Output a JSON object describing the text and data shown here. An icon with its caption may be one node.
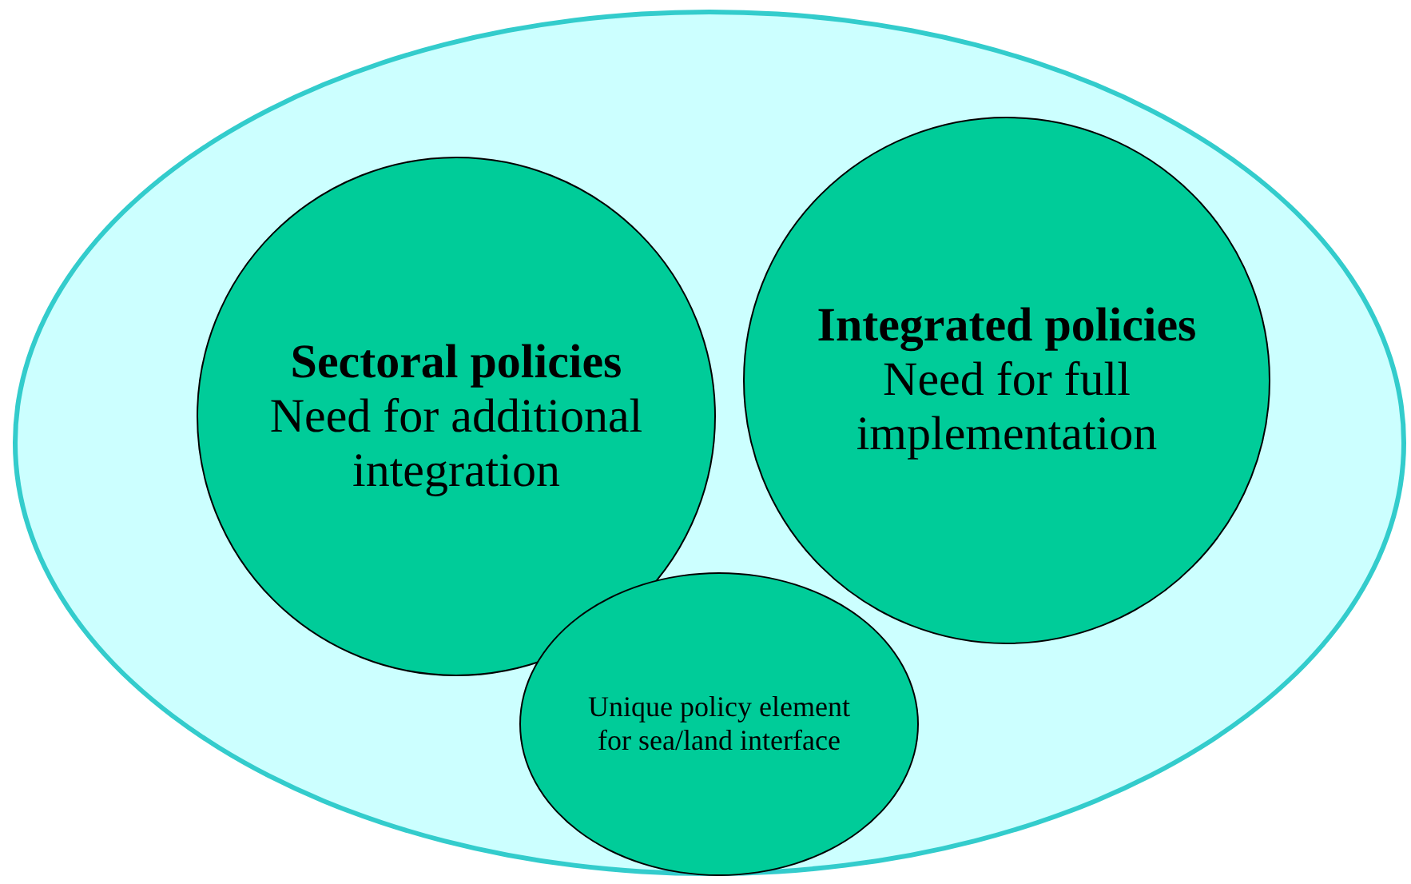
{
  "diagram": {
    "nodes": [
      {
        "text": [],
        "shape": "ellipse"
      },
      {
        "text": [
          "Sectoral policies",
          "Need for additional integration"
        ],
        "in": 0
      },
      {
        "text": [
          "Integrated policies",
          "Need for full implementation"
        ],
        "in": 0
      },
      {
        "text": [
          "Unique policy element for sea/land interface"
        ],
        "in": 0
      }
    ]
  }
}
